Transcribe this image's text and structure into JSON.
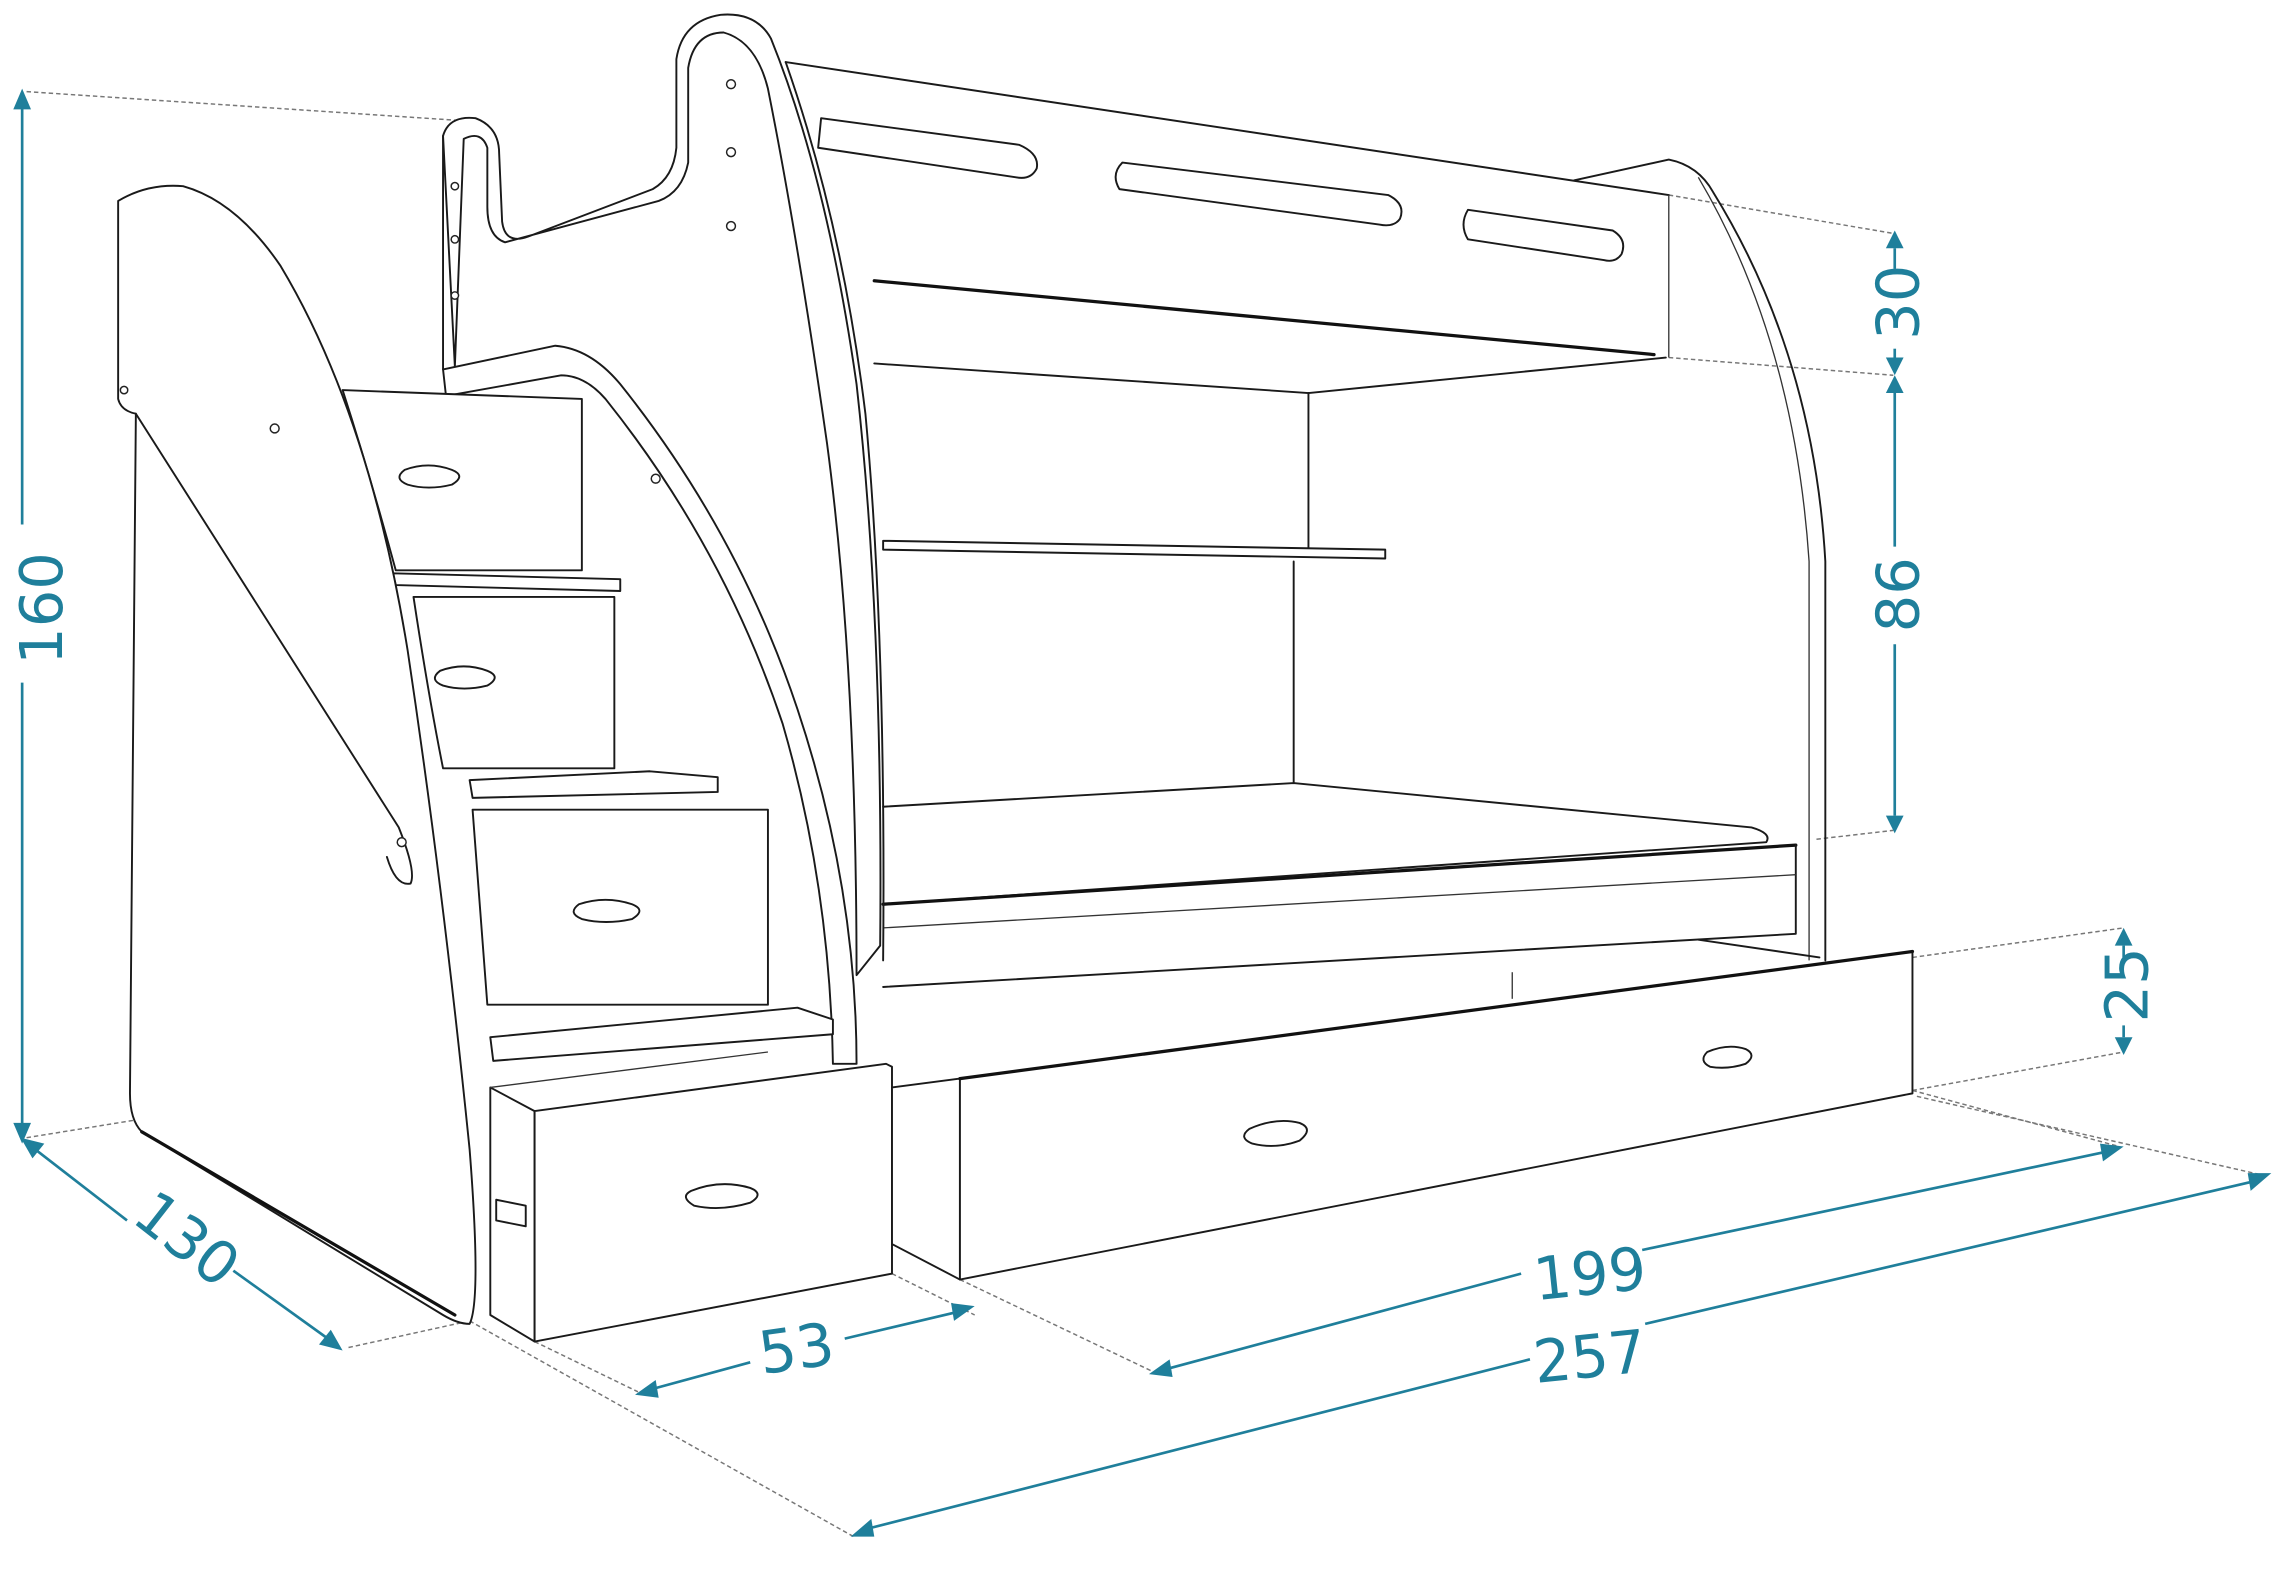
{
  "diagram": {
    "subject": "Bunk bed with staircase drawers and under-bed drawer",
    "accent_color": "#1f7f9b",
    "line_color": "#1a1a1a",
    "dimensions": {
      "total_height": "160",
      "depth": "130",
      "top_rail_height": "30",
      "bunk_clearance": "86",
      "drawer_height": "25",
      "stair_width": "53",
      "bed_length": "199",
      "total_length": "257"
    }
  }
}
